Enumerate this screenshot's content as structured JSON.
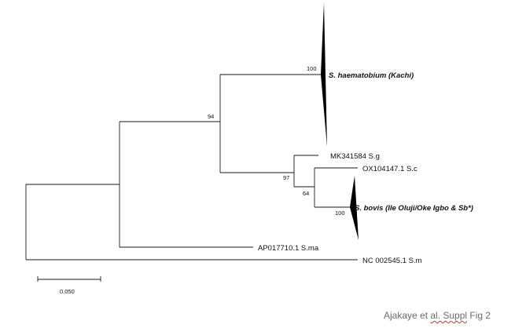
{
  "tree": {
    "clades": {
      "haematobium": "S. haematobium (Kachi)",
      "bovis": "S. bovis (Ile Oluji/Oke Igbo & Sb*)"
    },
    "leaves": {
      "sg": "MK341584 S.g",
      "sc": "OX104147.1 S.c",
      "sma": "AP017710.1 S.ma",
      "sm": "NC 002545.1 S.m"
    },
    "bootstrap": {
      "haematobium": "100",
      "haem_group": "94",
      "bovis_group": "97",
      "sc_bovis": "64",
      "bovis": "100"
    },
    "scale_bar": "0.050"
  },
  "caption": {
    "prefix": "Ajakaye et ",
    "underlined": "al. Suppl",
    "suffix": " Fig 2"
  }
}
